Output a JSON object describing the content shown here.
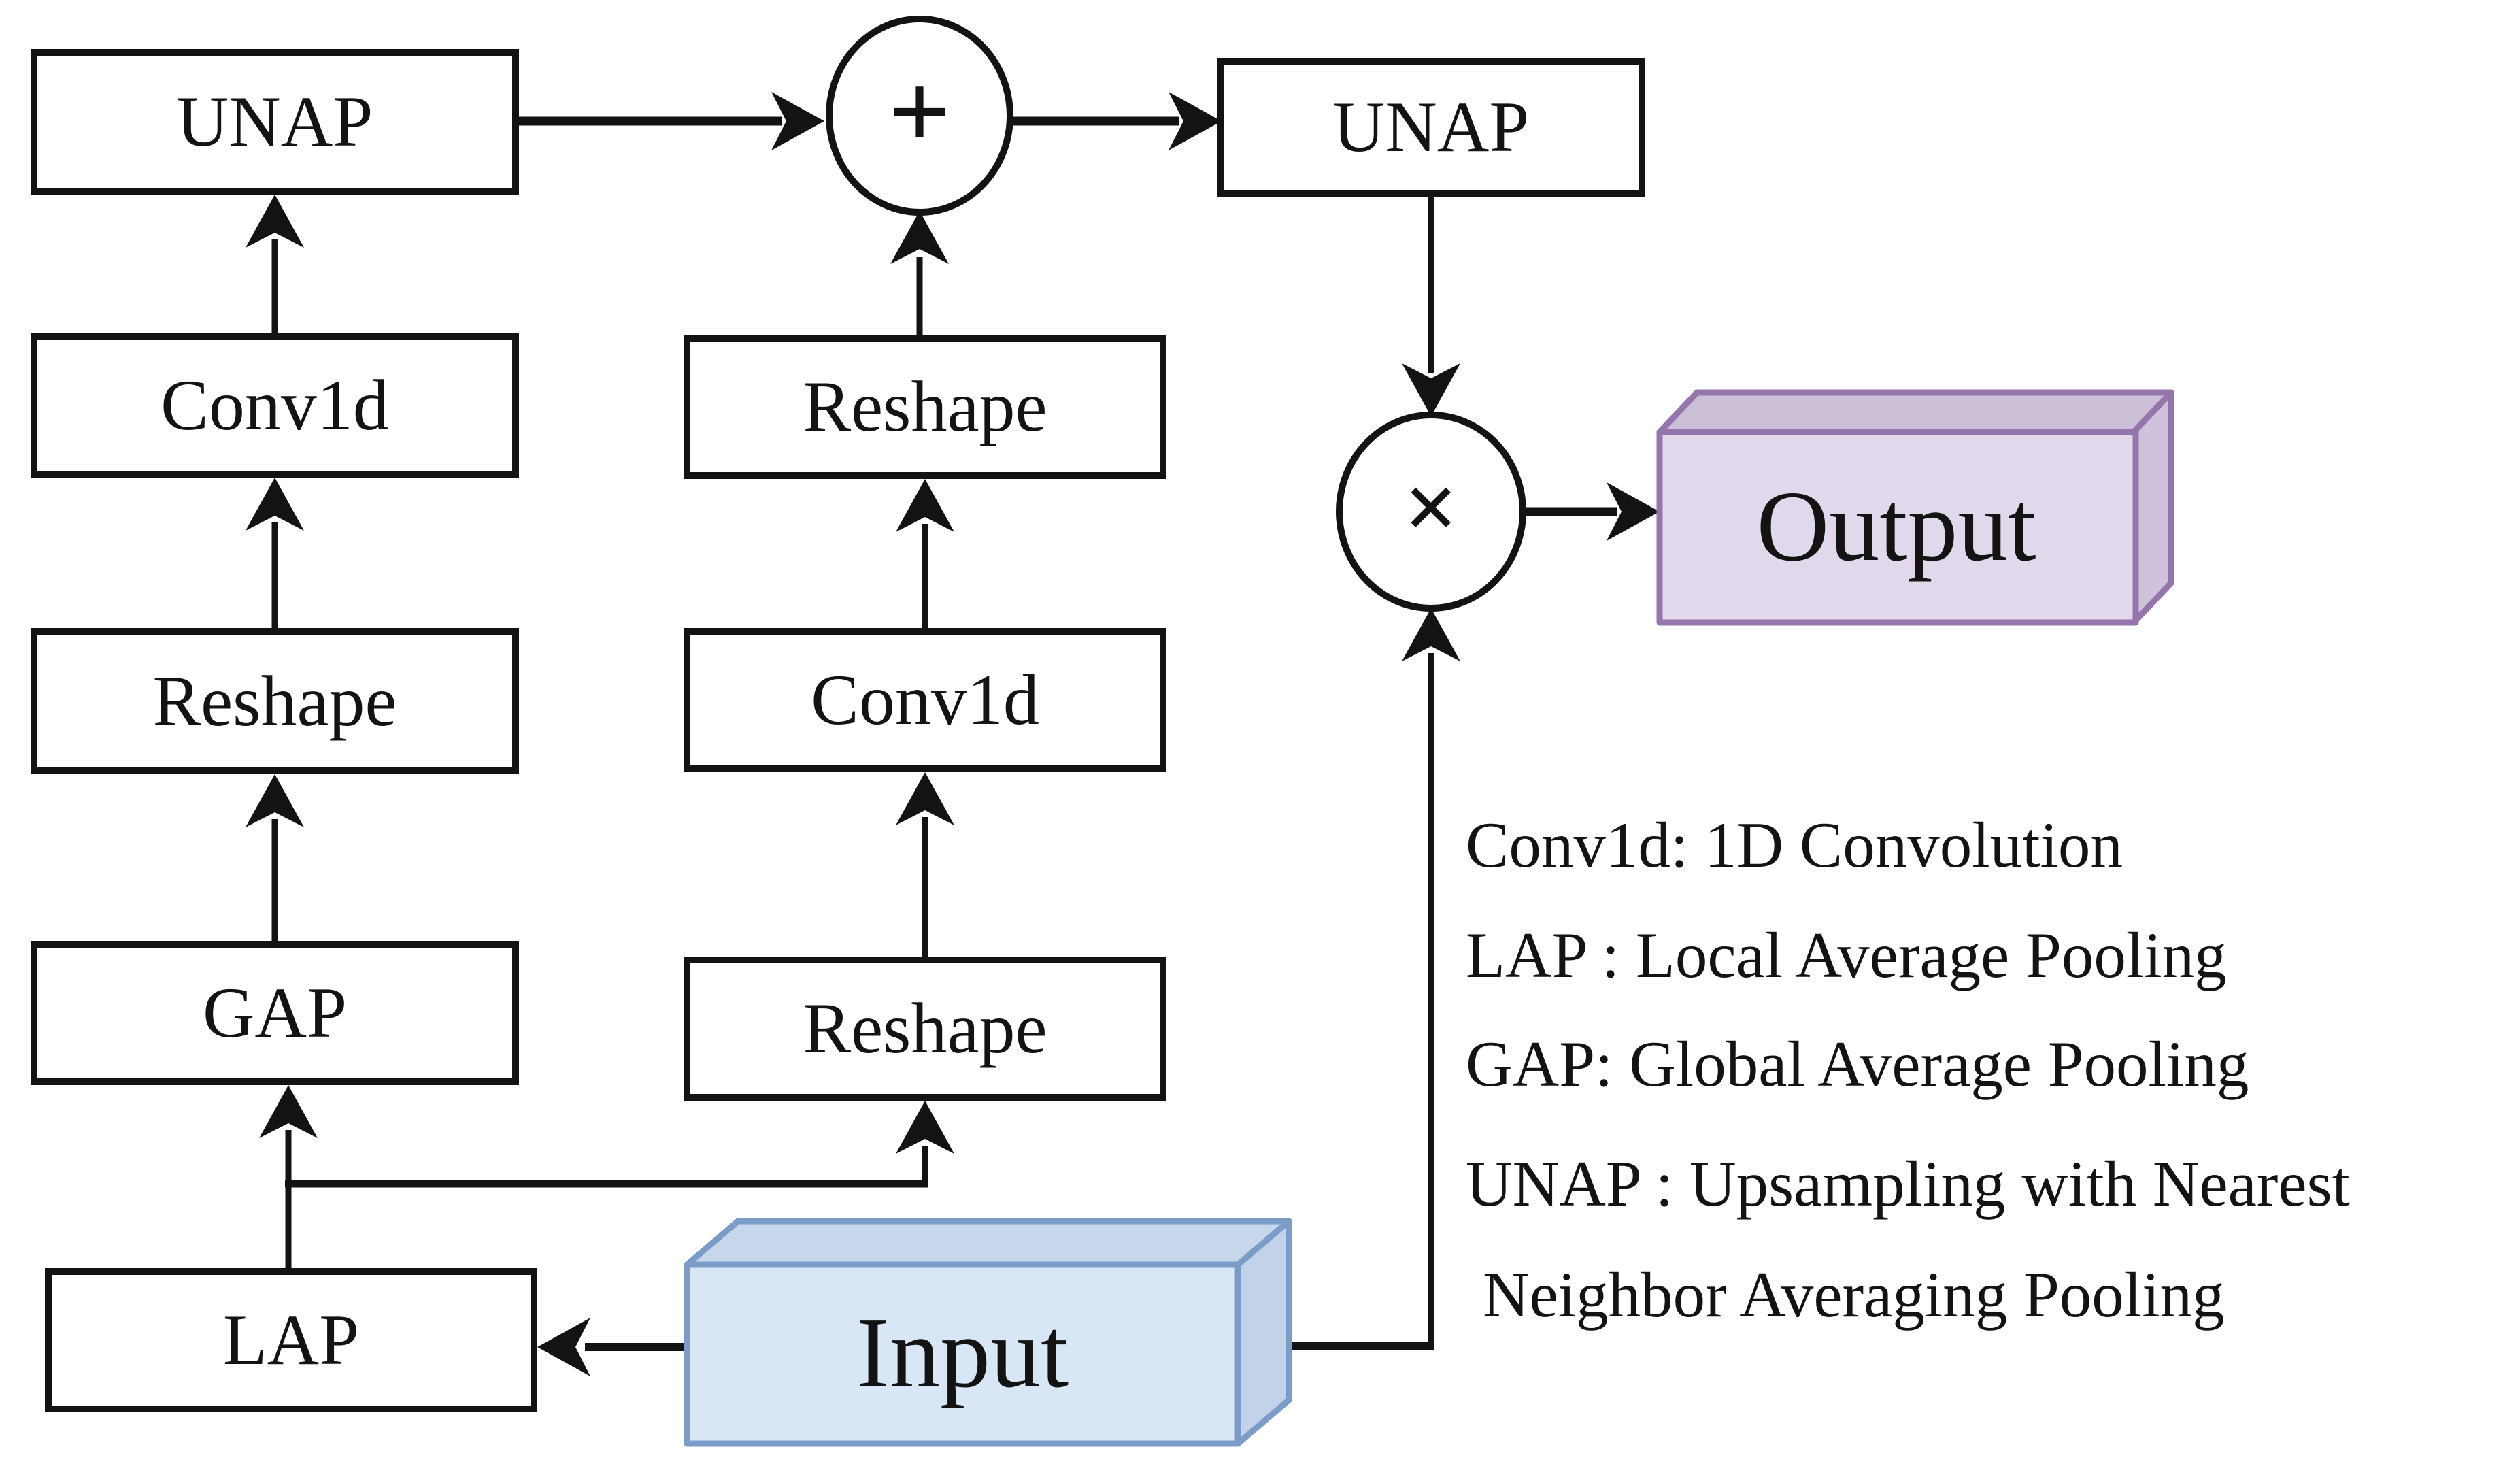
{
  "boxes": {
    "unap_left": {
      "label": "UNAP"
    },
    "conv1d_left": {
      "label": "Conv1d"
    },
    "reshape_left": {
      "label": "Reshape"
    },
    "gap": {
      "label": "GAP"
    },
    "lap": {
      "label": "LAP"
    },
    "reshape_mid_top": {
      "label": "Reshape"
    },
    "conv1d_mid": {
      "label": "Conv1d"
    },
    "reshape_mid_bottom": {
      "label": "Reshape"
    },
    "unap_right": {
      "label": "UNAP"
    }
  },
  "operators": {
    "add": "+",
    "multiply": "×"
  },
  "io": {
    "input_label": "Input",
    "output_label": "Output"
  },
  "legend": {
    "lines": [
      "Conv1d: 1D Convolution",
      "LAP : Local Average Pooling",
      "GAP: Global Average Pooling",
      "UNAP : Upsampling with Nearest",
      "Neighbor Averaging Pooling"
    ]
  },
  "colors": {
    "line": "#131313",
    "input_front": "#d9e6f6",
    "input_top": "#c7d7eb",
    "input_side": "#c2d2e9",
    "input_border": "#7b9cc9",
    "output_front": "#e2d8ec",
    "output_top": "#ccc0d8",
    "output_side": "#cfc2dc",
    "output_border": "#9576ac"
  }
}
